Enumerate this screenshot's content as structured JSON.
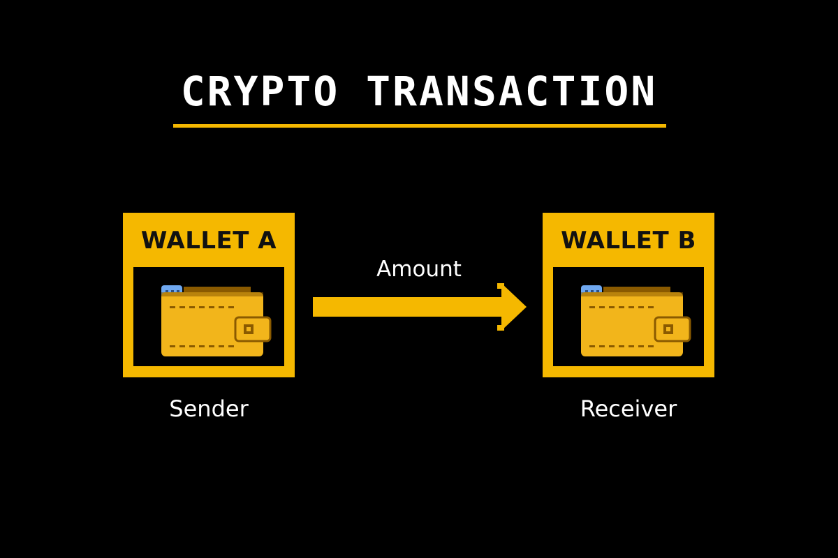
{
  "title": "CRYPTO TRANSACTION",
  "colors": {
    "background": "#000000",
    "accent": "#f5b800",
    "wallet_body": "#f2b51b",
    "wallet_dark": "#8a5a00",
    "chip": "#6fa8f0",
    "text": "#ffffff"
  },
  "sender": {
    "wallet_title": "WALLET A",
    "role": "Sender",
    "icon": "wallet-icon"
  },
  "receiver": {
    "wallet_title": "WALLET B",
    "role": "Receiver",
    "icon": "wallet-icon"
  },
  "transfer": {
    "label": "Amount",
    "icon": "arrow-right-icon"
  }
}
